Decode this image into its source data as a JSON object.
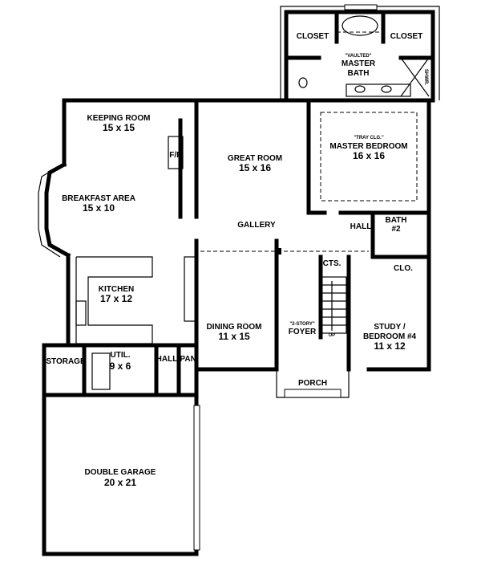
{
  "rooms": {
    "closet_left": {
      "name": "CLOSET"
    },
    "closet_right": {
      "name": "CLOSET"
    },
    "master_bath": {
      "note": "\"VAULTED\"",
      "name1": "MASTER",
      "name2": "BATH"
    },
    "shower": {
      "name": "SHWR."
    },
    "keeping_room": {
      "name": "KEEPING ROOM",
      "size": "15 x 15"
    },
    "fireplace": {
      "name": "F/P"
    },
    "great_room": {
      "name": "GREAT ROOM",
      "size": "15 x 16"
    },
    "master_bedroom": {
      "note": "\"TRAY CLG.\"",
      "name": "MASTER BEDROOM",
      "size": "16 x 16"
    },
    "breakfast_area": {
      "name": "BREAKFAST AREA",
      "size": "15 x 10"
    },
    "gallery": {
      "name": "GALLERY"
    },
    "hall_upper": {
      "name": "HALL"
    },
    "bath2": {
      "name1": "BATH",
      "name2": "#2"
    },
    "cts": {
      "name": "CTS."
    },
    "clo": {
      "name": "CLO."
    },
    "kitchen": {
      "name": "KITCHEN",
      "size": "17 x 12"
    },
    "dining_room": {
      "name": "DINING ROOM",
      "size": "11 x 15"
    },
    "foyer": {
      "note": "\"2-STORY\"",
      "name": "FOYER",
      "stair": "UP"
    },
    "study": {
      "name1": "STUDY /",
      "name2": "BEDROOM #4",
      "size": "11 x 12"
    },
    "storage": {
      "name": "STORAGE"
    },
    "util": {
      "name": "UTIL.",
      "size": "9 x 6"
    },
    "hall_lower": {
      "name": "HALL"
    },
    "pantry": {
      "name": "PAN."
    },
    "porch": {
      "name": "PORCH"
    },
    "garage": {
      "name": "DOUBLE GARAGE",
      "size": "20 x 21"
    }
  }
}
